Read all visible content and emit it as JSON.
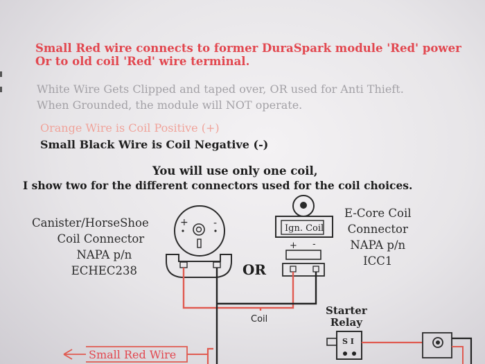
{
  "notes": {
    "red_line1": "Small Red wire connects to former DuraSpark module 'Red' power",
    "red_line2": "Or to old coil 'Red' wire terminal.",
    "white_line1": "White Wire Gets Clipped and taped over, OR used for Anti Thieft.",
    "white_line2": "When Grounded, the module will NOT operate.",
    "orange_line": "Orange Wire is Coil Positive (+)",
    "black_line": "Small Black Wire is Coil Negative (-)",
    "one_coil": "You will use only one coil,",
    "two_coils": "I show two for the different connectors used for the coil choices."
  },
  "diagram": {
    "canister": {
      "line1": "Canister/HorseShoe",
      "line2": "Coil Connector",
      "line3": "NAPA p/n",
      "line4": "ECHEC238"
    },
    "ecore": {
      "line1": "E-Core Coil",
      "line2": "Connector",
      "line3": "NAPA p/n",
      "line4": "ICC1"
    },
    "ign_coil_label": "Ign. Coil",
    "or_label": "OR",
    "coil_label": "Coil",
    "starter_relay_line1": "Starter",
    "starter_relay_line2": "Relay",
    "relay_terminals": "S I",
    "small_red_wire_label": "Small Red Wire"
  },
  "colors": {
    "red_text": "#e2474f",
    "gray_text": "#a3a1a6",
    "orange_text": "#f0a39a",
    "wire_red": "#e05a50",
    "wire_black": "#222222"
  }
}
